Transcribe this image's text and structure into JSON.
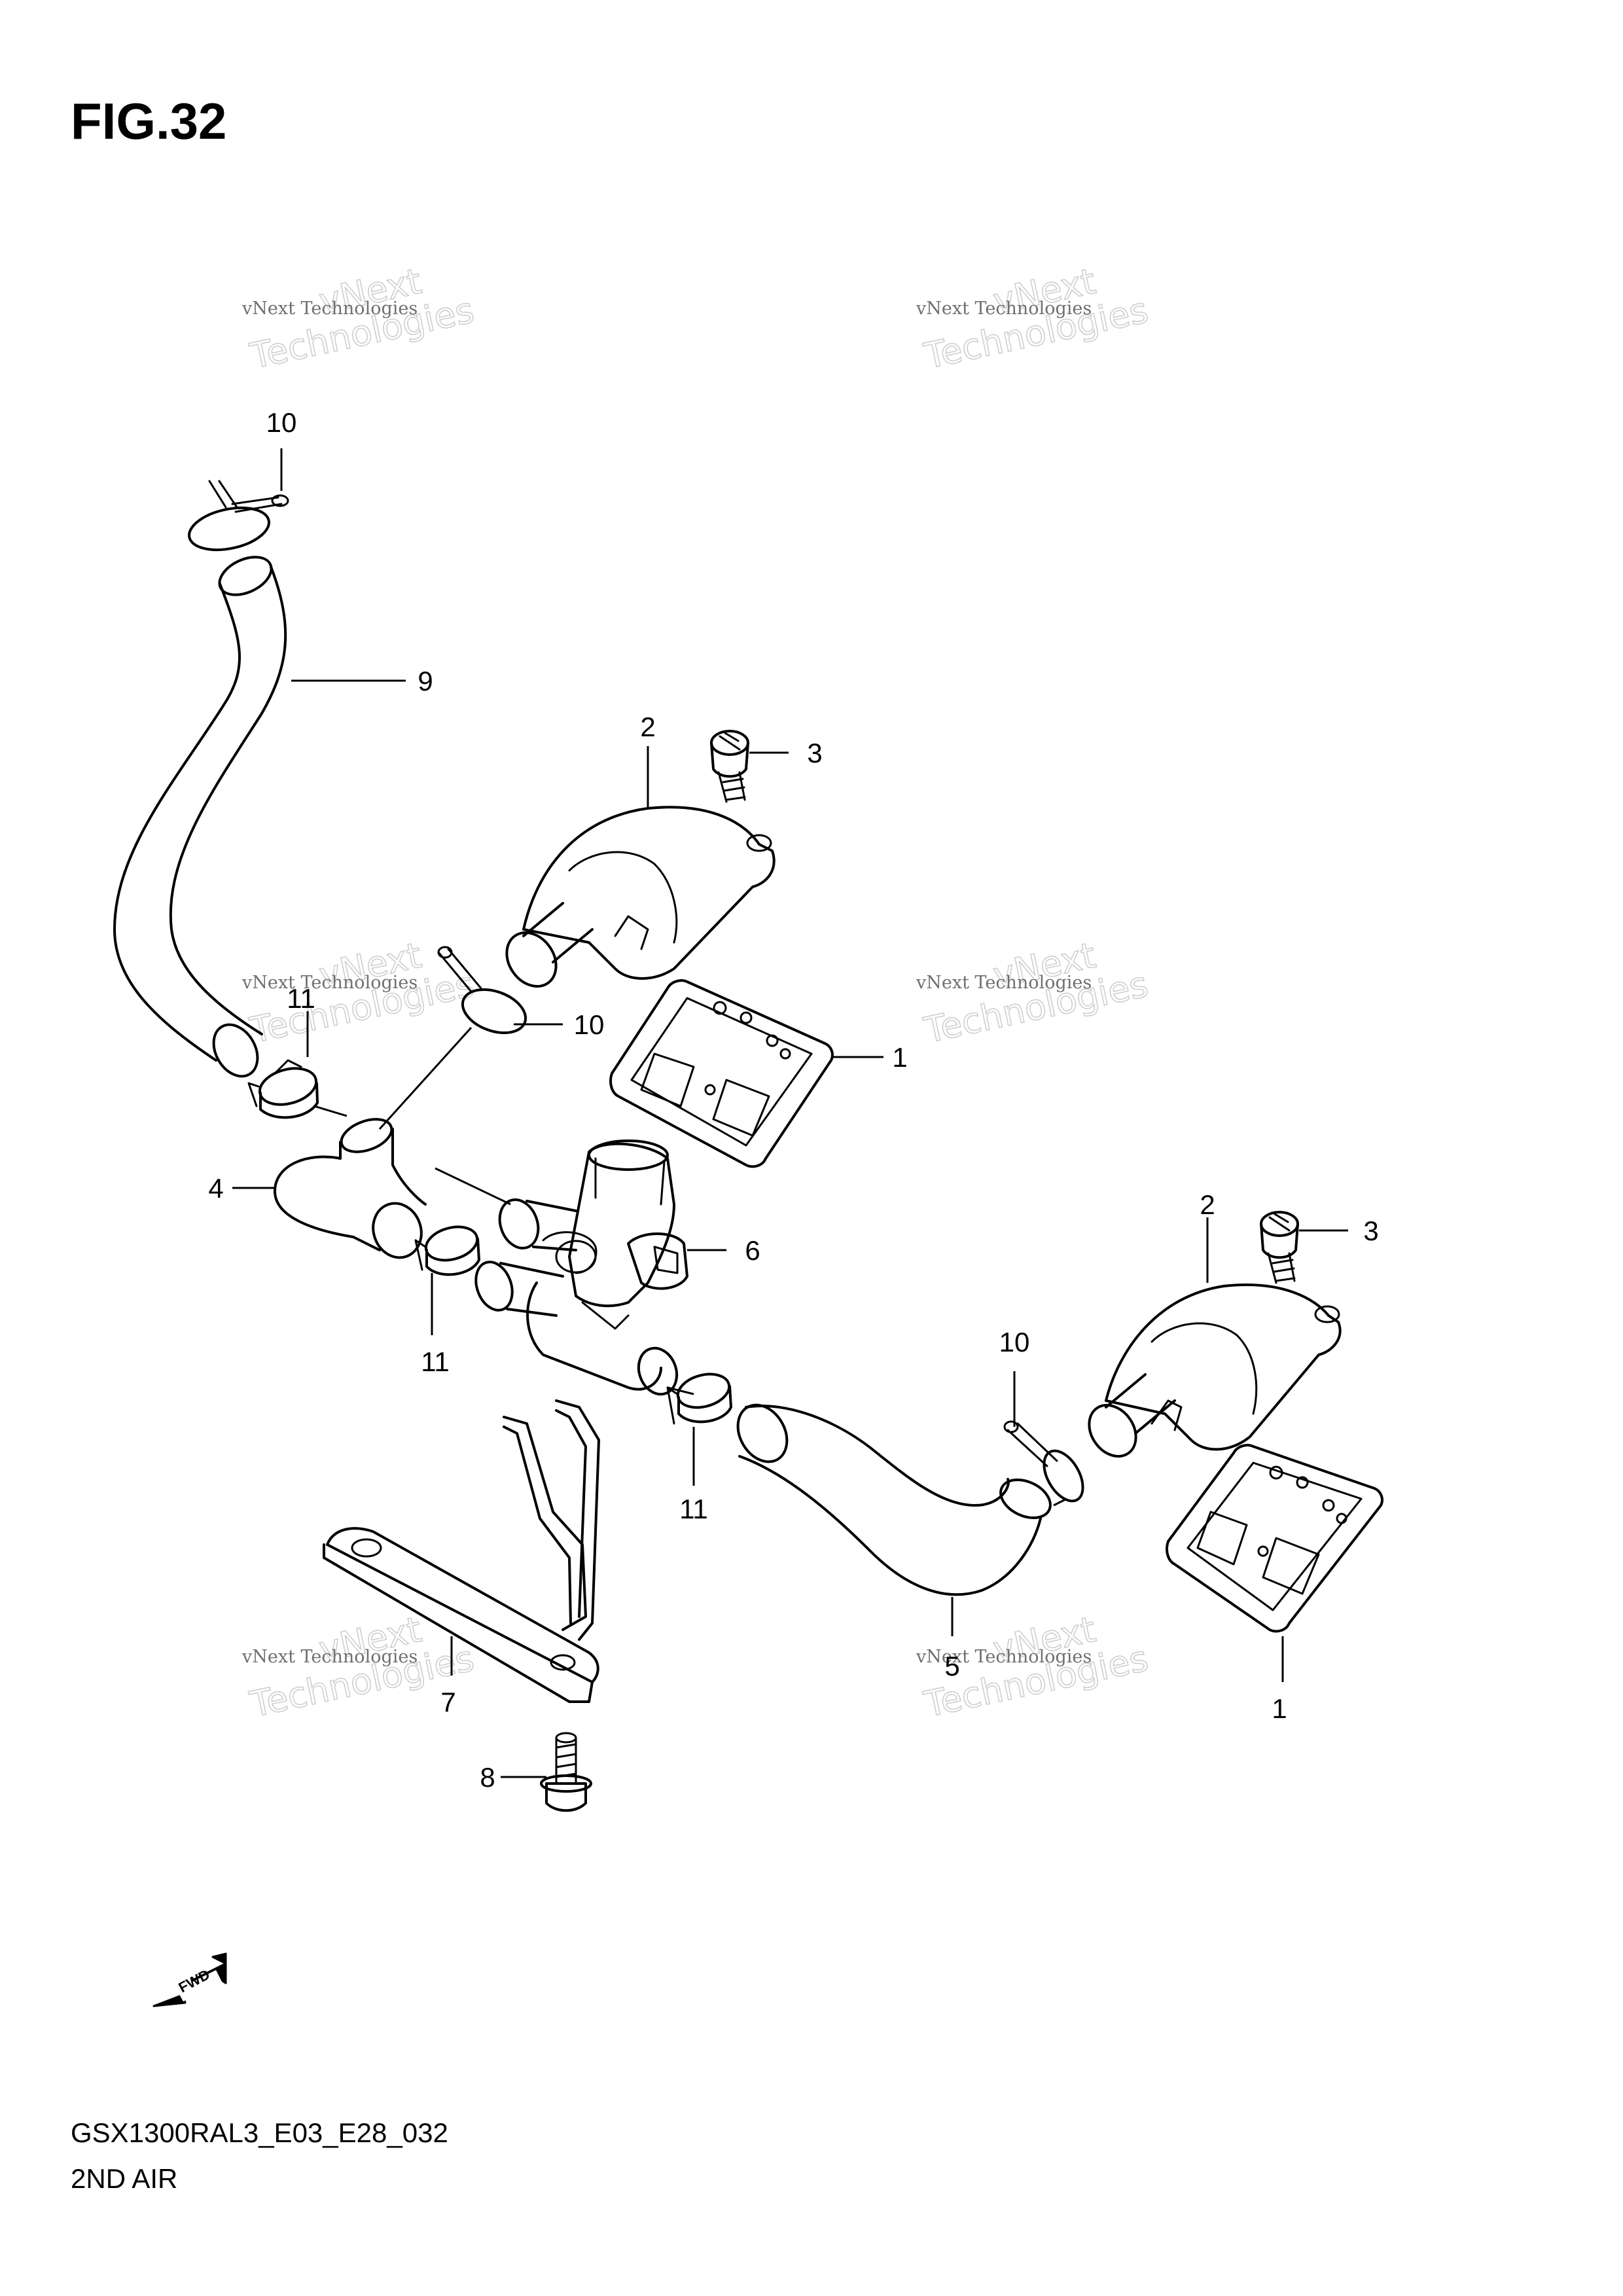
{
  "header": {
    "figure_title": "FIG.32"
  },
  "footer": {
    "diagram_code": "GSX1300RAL3_E03_E28_032",
    "section_name": "2ND AIR"
  },
  "watermark": {
    "line1": "vNext Technologies",
    "line2": "vNext",
    "line3": "Technologies"
  },
  "fwd_label": "FWD",
  "callouts": [
    {
      "id": "c10a",
      "label": "10"
    },
    {
      "id": "c9",
      "label": "9"
    },
    {
      "id": "c2a",
      "label": "2"
    },
    {
      "id": "c3a",
      "label": "3"
    },
    {
      "id": "c11a",
      "label": "11"
    },
    {
      "id": "c10b",
      "label": "10"
    },
    {
      "id": "c1a",
      "label": "1"
    },
    {
      "id": "c4",
      "label": "4"
    },
    {
      "id": "c6",
      "label": "6"
    },
    {
      "id": "c11b",
      "label": "11"
    },
    {
      "id": "c2b",
      "label": "2"
    },
    {
      "id": "c3b",
      "label": "3"
    },
    {
      "id": "c10c",
      "label": "10"
    },
    {
      "id": "c11c",
      "label": "11"
    },
    {
      "id": "c7",
      "label": "7"
    },
    {
      "id": "c5",
      "label": "5"
    },
    {
      "id": "c1b",
      "label": "1"
    },
    {
      "id": "c8",
      "label": "8"
    }
  ]
}
